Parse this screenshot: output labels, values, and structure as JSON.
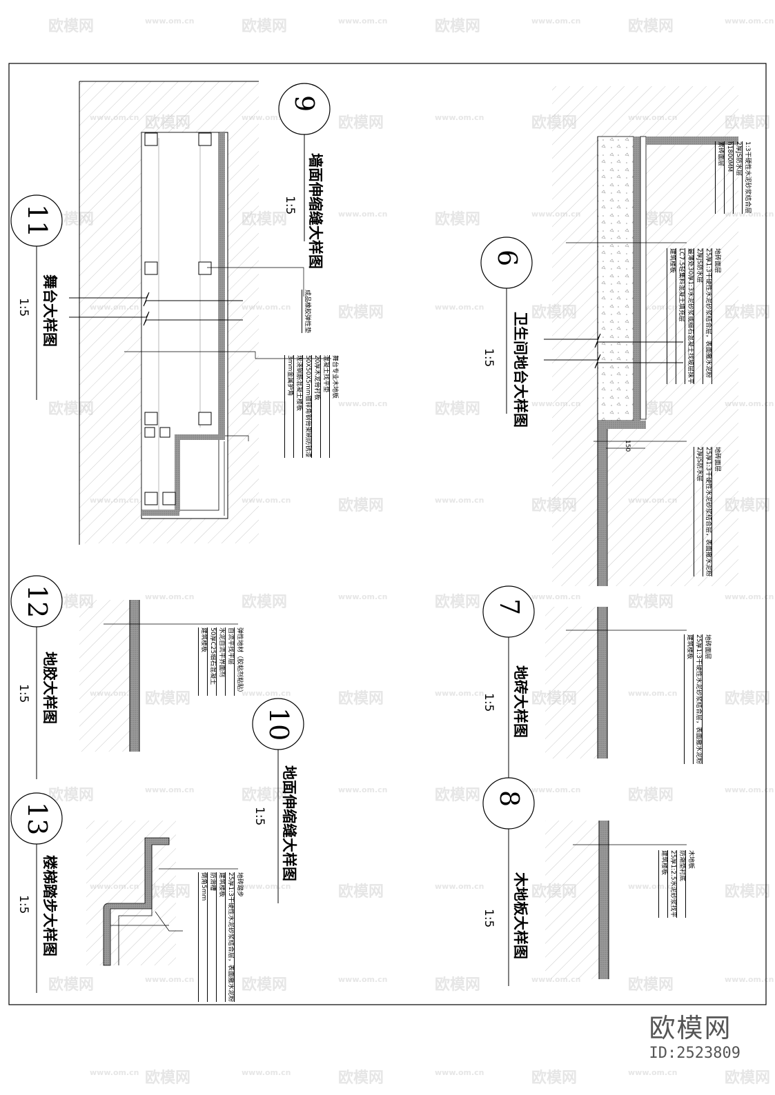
{
  "watermark": {
    "logo_text": "欧模网",
    "url_text": "www.om.cn"
  },
  "brand": {
    "name": "欧模网",
    "id": "ID:2523809"
  },
  "details": [
    {
      "id": "d9",
      "number": "9",
      "title": "墙面伸缩缝大样图",
      "scale": "1:5"
    },
    {
      "id": "d11",
      "number": "11",
      "title": "舞台大样图",
      "scale": "1:5"
    },
    {
      "id": "d6",
      "number": "6",
      "title": "卫生间地台大样图",
      "scale": "1:5"
    },
    {
      "id": "d7",
      "number": "7",
      "title": "地砖大样图",
      "scale": "1:5"
    },
    {
      "id": "d8",
      "number": "8",
      "title": "木地板大样图",
      "scale": "1:5"
    },
    {
      "id": "d10",
      "number": "10",
      "title": "地面伸缩缝大样图",
      "scale": "1:5"
    },
    {
      "id": "d12",
      "number": "12",
      "title": "地胶大样图",
      "scale": "1:5"
    },
    {
      "id": "d13",
      "number": "13",
      "title": "楼梯踏步大样图",
      "scale": "1:5"
    }
  ],
  "notes": {
    "d9": [
      "成品橡胶弹性垫"
    ],
    "d11": [
      "舞台专业木地板",
      "混凝土找平垫",
      "20厚木龙骨衬板",
      "50X50X5mm镀锌角钢骨架刷防锈漆",
      "现浇钢筋混凝土楼板",
      "3mm金属护角"
    ],
    "d6_upper": [
      "1:3干硬性水泥砂浆结合层",
      "2厚JS防水层",
      "h1800MM",
      "素砖面层"
    ],
    "d6_mid": [
      "地砖面层",
      "25厚1:3干硬性水泥砂浆结合层，表面撒水泥粉",
      "2厚JS防水层",
      "最薄处30厚1:3水泥砂浆或细石混凝土找坡层抹平",
      "LC7.5轻集料混凝土填充层",
      "建筑楼板"
    ],
    "d6_lower": [
      "地砖面层",
      "25厚1:3干硬性水泥砂浆结合层，表面撒水泥粉",
      "2厚JS防水层"
    ],
    "d6_dim": "150",
    "d7": [
      "地砖面层",
      "25厚1:3干硬性水泥砂浆结合层，表面撒水泥粉",
      "建筑楼板"
    ],
    "d8": [
      "木地板",
      "防潮垫衬底",
      "25厚1:2.5水泥砂浆找平",
      "建筑楼板"
    ],
    "d12": [
      "弹性地材（胶粘剂粘贴）",
      "自流平找平层",
      "水泥自流平界面剂",
      "50厚C25细石混凝土",
      "建筑楼板"
    ],
    "d13": [
      "地砖踏步",
      "25厚1:3干硬性水泥砂浆结合层，表面撒水泥粉",
      "建筑楼板",
      "防滑槽",
      "倒角5mm"
    ]
  }
}
